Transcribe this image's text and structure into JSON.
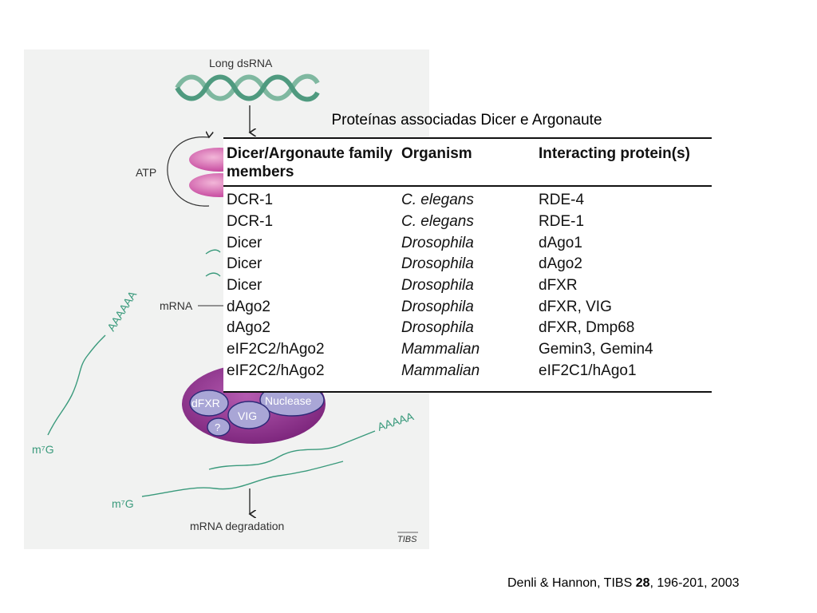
{
  "table": {
    "heading": "Proteínas associadas Dicer e Argonaute",
    "headers": [
      "Dicer/Argonaute family members",
      "Organism",
      "Interacting protein(s)"
    ],
    "rows": [
      [
        "DCR-1",
        "C. elegans",
        "RDE-4"
      ],
      [
        "DCR-1",
        "C. elegans",
        "RDE-1"
      ],
      [
        "Dicer",
        "Drosophila",
        "dAgo1"
      ],
      [
        "Dicer",
        "Drosophila",
        "dAgo2"
      ],
      [
        "Dicer",
        "Drosophila",
        "dFXR"
      ],
      [
        "dAgo2",
        "Drosophila",
        "dFXR, VIG"
      ],
      [
        "dAgo2",
        "Drosophila",
        "dFXR, Dmp68"
      ],
      [
        "eIF2C2/hAgo2",
        "Mammalian",
        "Gemin3, Gemin4"
      ],
      [
        "eIF2C2/hAgo2",
        "Mammalian",
        "eIF2C1/hAgo1"
      ]
    ],
    "italic_column": 1
  },
  "diagram": {
    "dsrna_label": "Long dsRNA",
    "atp_label": "ATP",
    "mrna_label": "mRNA",
    "polya_left": "AAAAAA",
    "polya_right": "AAAAA",
    "cap_left": "m⁷G",
    "cap_right": "m⁷G",
    "degradation_label": "mRNA degradation",
    "source_tag": "TIBS",
    "complex_components": [
      "dFXR",
      "VIG",
      "Nuclease",
      "?"
    ],
    "colors": {
      "complex": "#8e2f8c",
      "dicer": "#c03a97",
      "component": "#a9a6d6",
      "rna": "#3a9a7c",
      "helix": "#7fb8a0"
    }
  },
  "citation": {
    "authors": "Denli & Hannon, TIBS ",
    "volume": "28",
    "pages": ", 196-201, 2003"
  }
}
